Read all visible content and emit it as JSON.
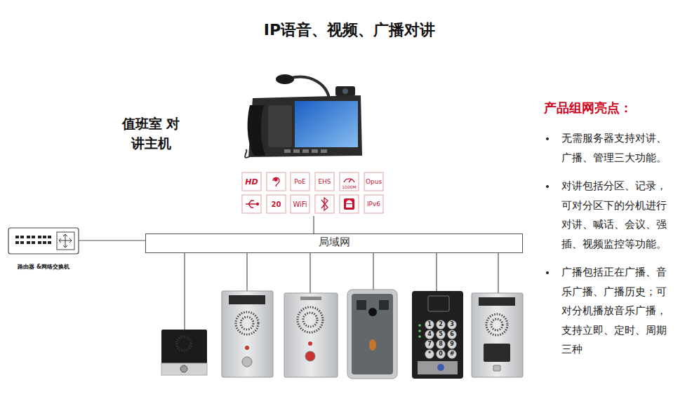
{
  "diagram": {
    "title": "IP语音、视频、广播对讲",
    "nodes": [
      {
        "text": [
          "值班室 对讲主机"
        ]
      },
      {
        "text": [
          "局域网"
        ]
      },
      {
        "text": [
          "路由器 &网络交换机"
        ]
      }
    ],
    "edges": [
      {
        "from": 0,
        "to": 1,
        "arrow": "none"
      },
      {
        "from": 2,
        "to": 1,
        "arrow": "none"
      }
    ],
    "labels": [
      "HD",
      "PoE",
      "EHS",
      "1000M",
      "Opus",
      "20",
      "WiFi",
      "IPv6",
      "产品组网亮点：",
      "无需服务器支持对讲、广播、管理三大功能。",
      "对讲包括分区、记录，可对分区下的分机进行对讲、喊话、会议、强插、视频监控等功能。",
      "广播包括正在广播、音乐广播、广播历史；可对分机播放音乐广播，支持立即、定时、周期三种",
      "1",
      "2",
      "3",
      "4",
      "5",
      "6",
      "7",
      "8",
      "9",
      "*",
      "0",
      "#"
    ]
  }
}
